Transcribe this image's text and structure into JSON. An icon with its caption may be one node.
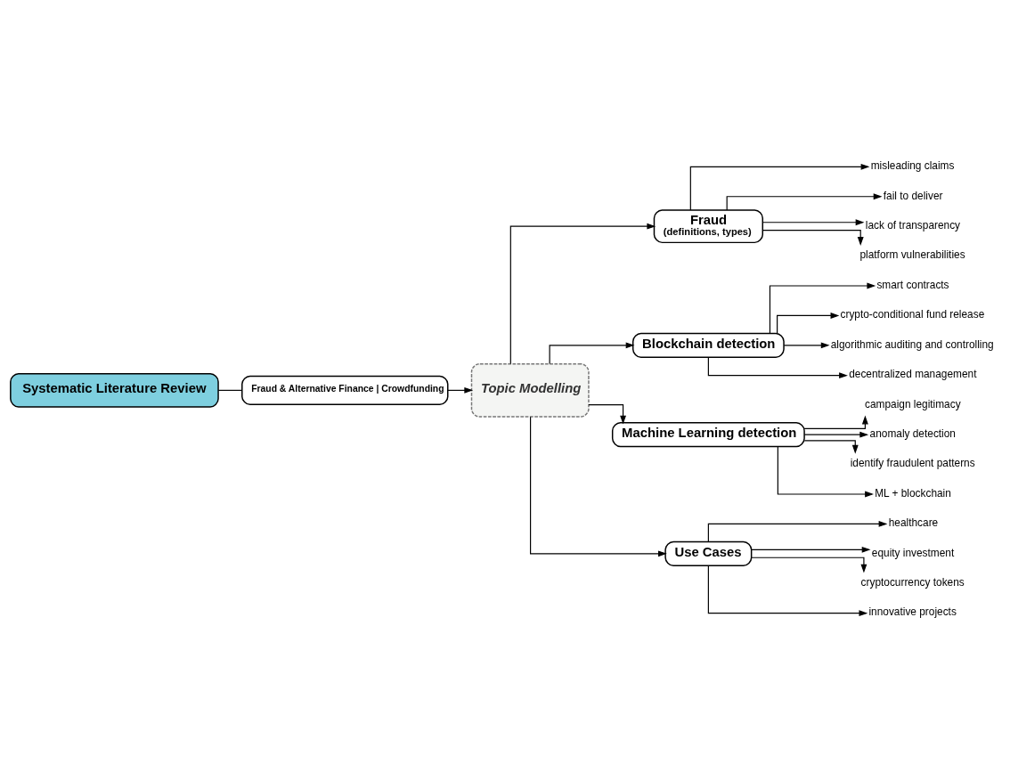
{
  "diagram": {
    "nodes": [
      {
        "text": [
          "Systematic Literature Review"
        ]
      },
      {
        "text": [
          "Fraud & Alternative Finance | Crowdfunding"
        ]
      },
      {
        "text": [
          "Topic Modelling"
        ]
      },
      {
        "text": [
          "Fraud",
          "(definitions, types)"
        ]
      },
      {
        "text": [
          "Blockchain detection"
        ]
      },
      {
        "text": [
          "Machine Learning detection"
        ]
      },
      {
        "text": [
          "Use Cases"
        ]
      },
      {
        "text": [
          "misleading claims"
        ]
      },
      {
        "text": [
          "fail to deliver"
        ]
      },
      {
        "text": [
          "lack of transparency"
        ]
      },
      {
        "text": [
          "platform vulnerabilities"
        ]
      },
      {
        "text": [
          "smart contracts"
        ]
      },
      {
        "text": [
          "crypto-conditional fund release"
        ]
      },
      {
        "text": [
          "algorithmic auditing and controlling"
        ]
      },
      {
        "text": [
          "decentralized management"
        ]
      },
      {
        "text": [
          "campaign legitimacy"
        ]
      },
      {
        "text": [
          "anomaly detection"
        ]
      },
      {
        "text": [
          "identify fraudulent patterns"
        ]
      },
      {
        "text": [
          "ML + blockchain"
        ]
      },
      {
        "text": [
          "healthcare"
        ]
      },
      {
        "text": [
          "equity investment"
        ]
      },
      {
        "text": [
          "cryptocurrency tokens"
        ]
      },
      {
        "text": [
          "innovative projects"
        ]
      }
    ],
    "edges": [
      {
        "from": 0,
        "to": 1,
        "arrow": "none"
      },
      {
        "from": 1,
        "to": 2,
        "arrow": "to"
      },
      {
        "from": 2,
        "to": 3,
        "arrow": "to"
      },
      {
        "from": 2,
        "to": 4,
        "arrow": "to"
      },
      {
        "from": 2,
        "to": 5,
        "arrow": "to"
      },
      {
        "from": 2,
        "to": 6,
        "arrow": "to"
      },
      {
        "from": 3,
        "to": 7,
        "arrow": "to"
      },
      {
        "from": 3,
        "to": 8,
        "arrow": "to"
      },
      {
        "from": 3,
        "to": 9,
        "arrow": "to"
      },
      {
        "from": 3,
        "to": 10,
        "arrow": "to"
      },
      {
        "from": 4,
        "to": 11,
        "arrow": "to"
      },
      {
        "from": 4,
        "to": 12,
        "arrow": "to"
      },
      {
        "from": 4,
        "to": 13,
        "arrow": "to"
      },
      {
        "from": 4,
        "to": 14,
        "arrow": "to"
      },
      {
        "from": 5,
        "to": 15,
        "arrow": "to"
      },
      {
        "from": 5,
        "to": 16,
        "arrow": "to"
      },
      {
        "from": 5,
        "to": 17,
        "arrow": "to"
      },
      {
        "from": 5,
        "to": 18,
        "arrow": "to"
      },
      {
        "from": 6,
        "to": 19,
        "arrow": "to"
      },
      {
        "from": 6,
        "to": 20,
        "arrow": "to"
      },
      {
        "from": 6,
        "to": 21,
        "arrow": "to"
      },
      {
        "from": 6,
        "to": 22,
        "arrow": "to"
      }
    ]
  }
}
